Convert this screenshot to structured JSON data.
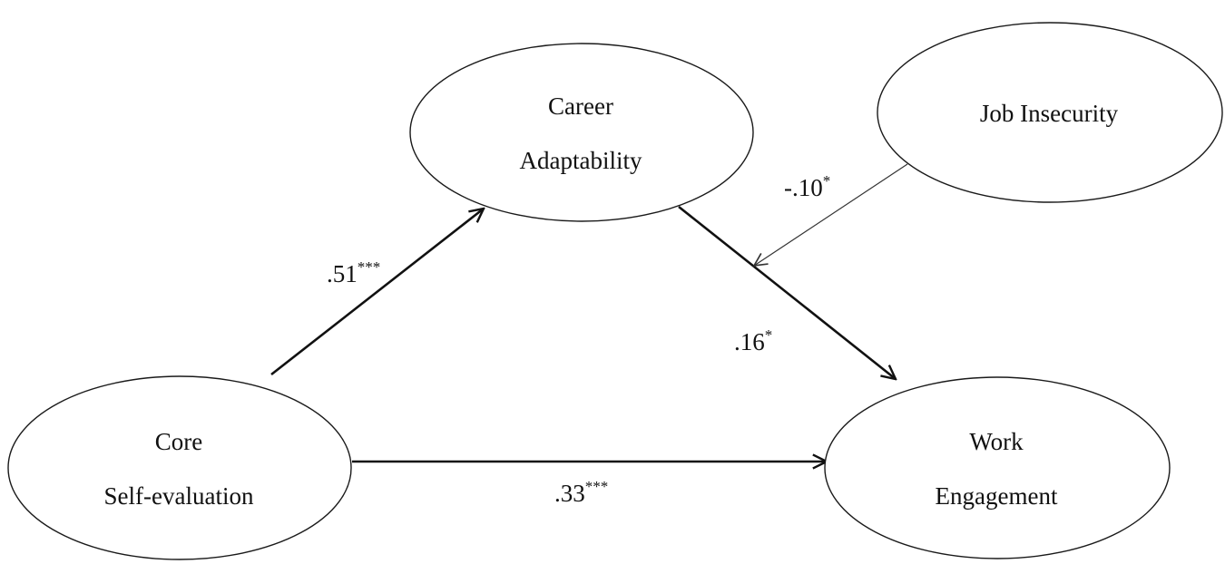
{
  "nodes": {
    "core_self_evaluation": {
      "line1": "Core",
      "line2": "Self-evaluation"
    },
    "career_adaptability": {
      "line1": "Career",
      "line2": "Adaptability"
    },
    "job_insecurity": {
      "line1": "Job Insecurity"
    },
    "work_engagement": {
      "line1": "Work",
      "line2": "Engagement"
    }
  },
  "paths": {
    "cse_to_ca": {
      "value": ".51",
      "sig": "***"
    },
    "ca_to_we": {
      "value": ".16",
      "sig": "*"
    },
    "cse_to_we": {
      "value": ".33",
      "sig": "***"
    },
    "ji_moderation": {
      "value": "-.10",
      "sig": "*"
    }
  }
}
